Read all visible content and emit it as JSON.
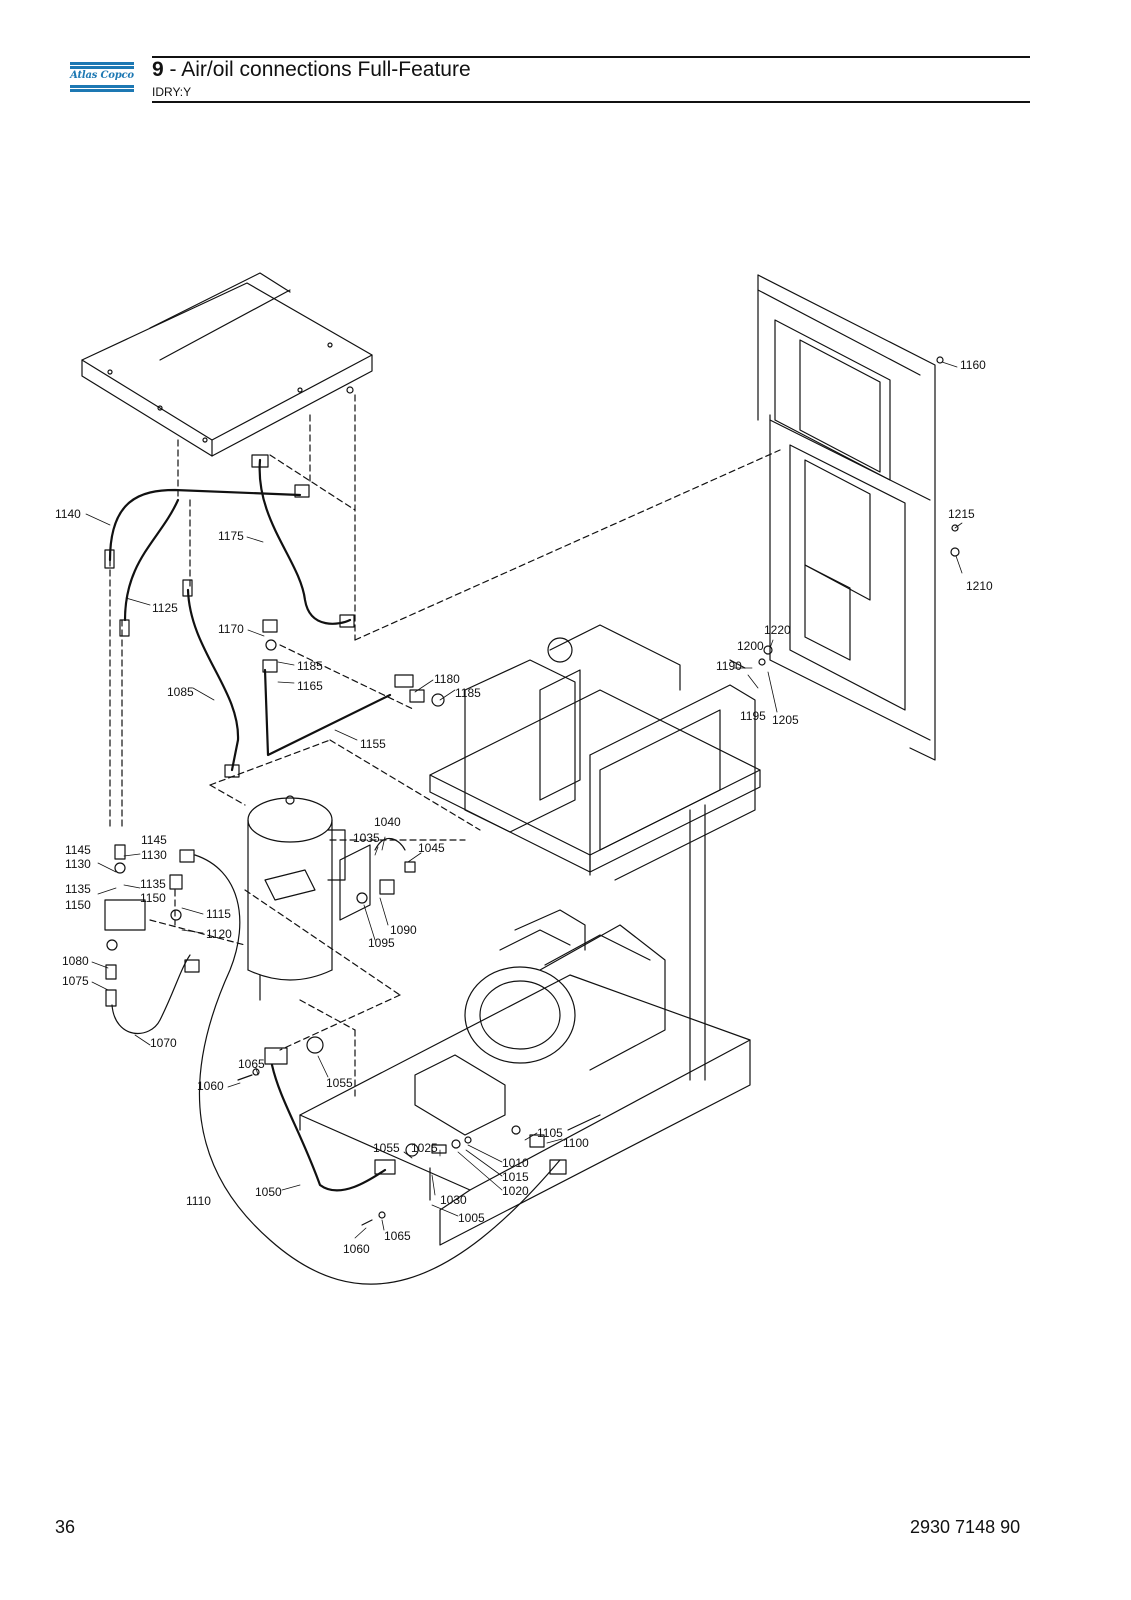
{
  "header": {
    "logo_text": "Atlas Copco",
    "section_number": "9",
    "title": "- Air/oil connections Full-Feature",
    "subtitle": "IDRY:Y"
  },
  "footer": {
    "page_number": "36",
    "doc_number": "2930 7148 90"
  },
  "colors": {
    "brand": "#1d78b3",
    "line": "#111111"
  },
  "callouts": [
    {
      "id": "1160",
      "label": "1160"
    },
    {
      "id": "1140",
      "label": "1140"
    },
    {
      "id": "1175",
      "label": "1175"
    },
    {
      "id": "1215",
      "label": "1215"
    },
    {
      "id": "1210",
      "label": "1210"
    },
    {
      "id": "1125",
      "label": "1125"
    },
    {
      "id": "1220",
      "label": "1220"
    },
    {
      "id": "1200",
      "label": "1200"
    },
    {
      "id": "1170",
      "label": "1170"
    },
    {
      "id": "1190",
      "label": "1190"
    },
    {
      "id": "1185a",
      "label": "1185"
    },
    {
      "id": "1180",
      "label": "1180"
    },
    {
      "id": "1185b",
      "label": "1185"
    },
    {
      "id": "1165",
      "label": "1165"
    },
    {
      "id": "1085",
      "label": "1085"
    },
    {
      "id": "1195",
      "label": "1195"
    },
    {
      "id": "1205",
      "label": "1205"
    },
    {
      "id": "1155",
      "label": "1155"
    },
    {
      "id": "1040",
      "label": "1040"
    },
    {
      "id": "1035",
      "label": "1035"
    },
    {
      "id": "1045",
      "label": "1045"
    },
    {
      "id": "1145a",
      "label": "1145"
    },
    {
      "id": "1145b",
      "label": "1145"
    },
    {
      "id": "1130a",
      "label": "1130"
    },
    {
      "id": "1130b",
      "label": "1130"
    },
    {
      "id": "1135a",
      "label": "1135"
    },
    {
      "id": "1135b",
      "label": "1135"
    },
    {
      "id": "1150a",
      "label": "1150"
    },
    {
      "id": "1150b",
      "label": "1150"
    },
    {
      "id": "1115",
      "label": "1115"
    },
    {
      "id": "1090",
      "label": "1090"
    },
    {
      "id": "1120",
      "label": "1120"
    },
    {
      "id": "1095",
      "label": "1095"
    },
    {
      "id": "1080",
      "label": "1080"
    },
    {
      "id": "1075",
      "label": "1075"
    },
    {
      "id": "1070",
      "label": "1070"
    },
    {
      "id": "1065a",
      "label": "1065"
    },
    {
      "id": "1060a",
      "label": "1060"
    },
    {
      "id": "1055a",
      "label": "1055"
    },
    {
      "id": "1105",
      "label": "1105"
    },
    {
      "id": "1100",
      "label": "1100"
    },
    {
      "id": "1055b",
      "label": "1055"
    },
    {
      "id": "1025",
      "label": "1025"
    },
    {
      "id": "1010",
      "label": "1010"
    },
    {
      "id": "1015",
      "label": "1015"
    },
    {
      "id": "1020",
      "label": "1020"
    },
    {
      "id": "1030",
      "label": "1030"
    },
    {
      "id": "1005",
      "label": "1005"
    },
    {
      "id": "1050",
      "label": "1050"
    },
    {
      "id": "1110",
      "label": "1110"
    },
    {
      "id": "1065b",
      "label": "1065"
    },
    {
      "id": "1060b",
      "label": "1060"
    }
  ]
}
